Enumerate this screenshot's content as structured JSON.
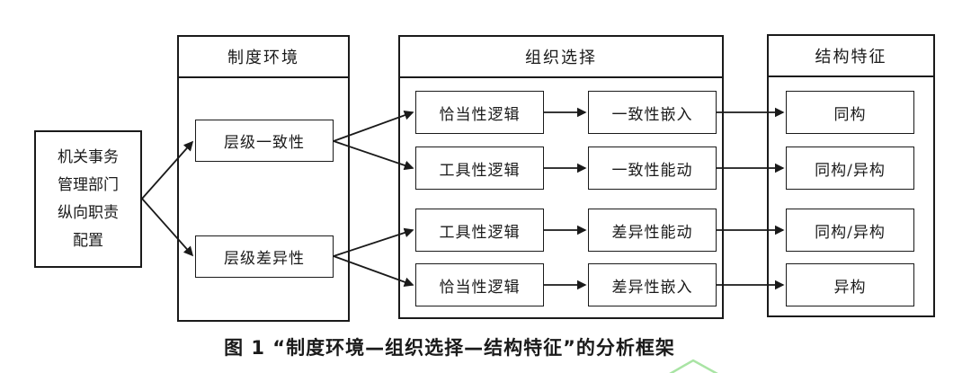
{
  "figure": {
    "caption": "图 1  “制度环境—组织选择—结构特征”的分析框架",
    "source_box": {
      "lines": [
        "机关事务",
        "管理部门",
        "纵向职责",
        "配置"
      ]
    },
    "institution": {
      "header": "制度环境",
      "items": [
        "层级一致性",
        "层级差异性"
      ]
    },
    "organization": {
      "header": "组织选择",
      "rows": [
        {
          "logic": "恰当性逻辑",
          "action": "一致性嵌入"
        },
        {
          "logic": "工具性逻辑",
          "action": "一致性能动"
        },
        {
          "logic": "工具性逻辑",
          "action": "差异性能动"
        },
        {
          "logic": "恰当性逻辑",
          "action": "差异性嵌入"
        }
      ]
    },
    "structure": {
      "header": "结构特征",
      "items": [
        "同构",
        "同构/异构",
        "同构/异构",
        "异构"
      ]
    },
    "colors": {
      "line": "#1a1a1a",
      "background": "#ffffff",
      "watermark": "#a9e4a4"
    }
  }
}
